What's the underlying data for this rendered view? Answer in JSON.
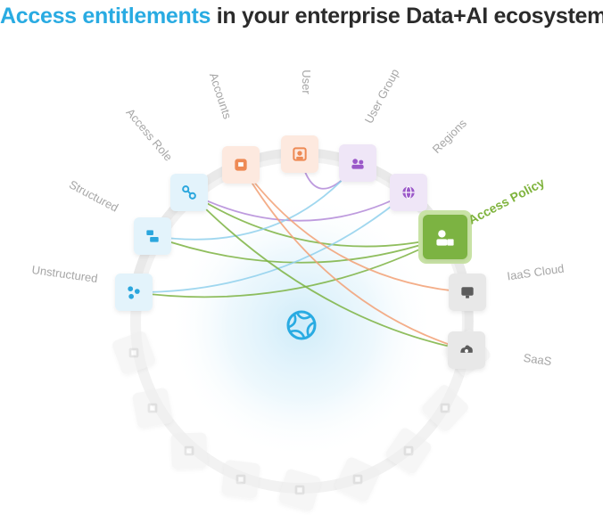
{
  "header": {
    "title_accent": "Access entitlements",
    "title_rest": "in your enterprise Data+AI ecosystem"
  },
  "colors": {
    "accent_blue": "#29abe2",
    "policy_green": "#7cb342",
    "identity_orange": "#f2a074",
    "user_purple": "#b38ad8",
    "data_blue": "#8fd0ec",
    "inactive_gray": "#d8d8d8"
  },
  "hub": {
    "icon": "ring-hub-icon"
  },
  "nodes": [
    {
      "id": "unstructured",
      "label": "Unstructured",
      "icon": "dots-icon",
      "group": "data",
      "active": true
    },
    {
      "id": "structured",
      "label": "Structured",
      "icon": "table-icon",
      "group": "data",
      "active": true
    },
    {
      "id": "access-role",
      "label": "Access Role",
      "icon": "link-icon",
      "group": "data",
      "active": true
    },
    {
      "id": "accounts",
      "label": "Accounts",
      "icon": "account-icon",
      "group": "identity",
      "active": true
    },
    {
      "id": "user",
      "label": "User",
      "icon": "user-icon",
      "group": "identity",
      "active": true
    },
    {
      "id": "user-group",
      "label": "User Group",
      "icon": "users-icon",
      "group": "people",
      "active": true
    },
    {
      "id": "regions",
      "label": "Regions",
      "icon": "globe-icon",
      "group": "people",
      "active": true
    },
    {
      "id": "access-policy",
      "label": "Access Policy",
      "icon": "policy-icon",
      "group": "policy",
      "active": true
    },
    {
      "id": "iaas-cloud",
      "label": "IaaS Cloud",
      "icon": "monitor-icon",
      "group": "infra",
      "active": true
    },
    {
      "id": "saas",
      "label": "SaaS",
      "icon": "cloud-icon",
      "group": "infra",
      "active": true
    }
  ],
  "inactive_icons": [
    "document-icon",
    "database-icon",
    "api-icon",
    "gear-icon",
    "chart-icon",
    "box-icon",
    "cube-icon",
    "server-icon",
    "share-icon"
  ],
  "links": [
    {
      "from": "access-policy",
      "to": "unstructured",
      "color": "#7cb342"
    },
    {
      "from": "access-policy",
      "to": "structured",
      "color": "#7cb342"
    },
    {
      "from": "access-policy",
      "to": "access-role",
      "color": "#7cb342"
    },
    {
      "from": "user",
      "to": "user-group",
      "color": "#b38ad8"
    },
    {
      "from": "regions",
      "to": "access-role",
      "color": "#b38ad8"
    },
    {
      "from": "regions",
      "to": "unstructured",
      "color": "#8fd0ec"
    },
    {
      "from": "user-group",
      "to": "structured",
      "color": "#8fd0ec"
    },
    {
      "from": "accounts",
      "to": "iaas-cloud",
      "color": "#f2a074"
    },
    {
      "from": "accounts",
      "to": "saas",
      "color": "#f2a074"
    },
    {
      "from": "access-role",
      "to": "saas",
      "color": "#7cb342"
    }
  ]
}
